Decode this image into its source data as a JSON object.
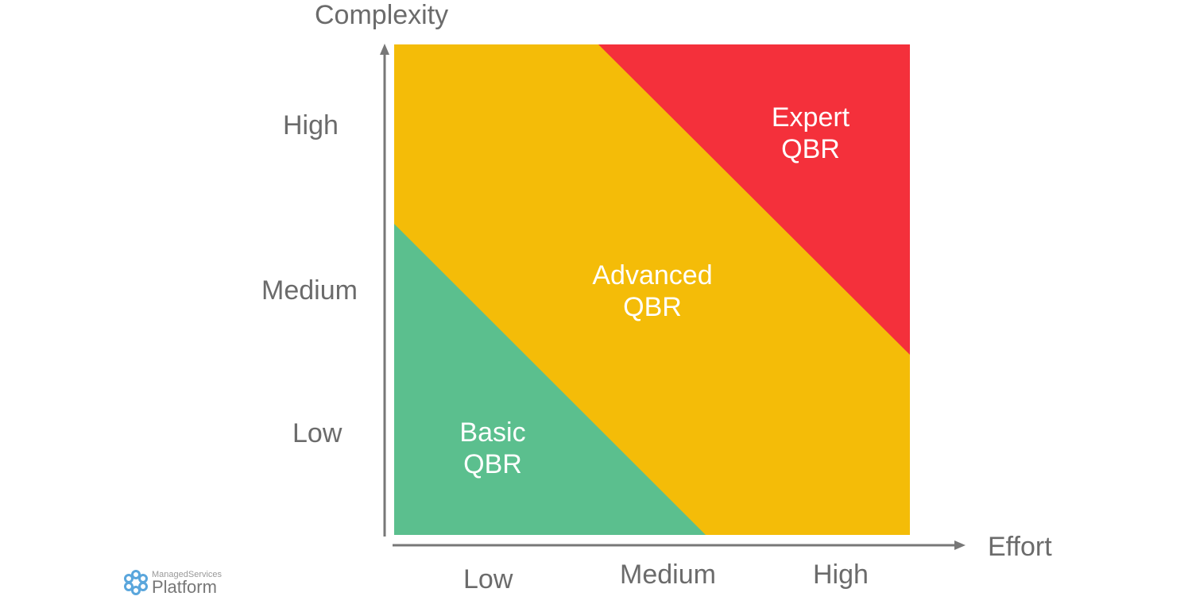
{
  "axes": {
    "y_title": "Complexity",
    "x_title": "Effort",
    "y_ticks": [
      "High",
      "Medium",
      "Low"
    ],
    "x_ticks": [
      "Low",
      "Medium",
      "High"
    ]
  },
  "zones": [
    {
      "name": "basic",
      "line1": "Basic",
      "line2": "QBR",
      "color": "#5bbf8e"
    },
    {
      "name": "advanced",
      "line1": "Advanced",
      "line2": "QBR",
      "color": "#f4bc08"
    },
    {
      "name": "expert",
      "line1": "Expert",
      "line2": "QBR",
      "color": "#f4303b"
    }
  ],
  "logo": {
    "small": "ManagedServices",
    "big": "Platform"
  },
  "axis_color": "#777777"
}
